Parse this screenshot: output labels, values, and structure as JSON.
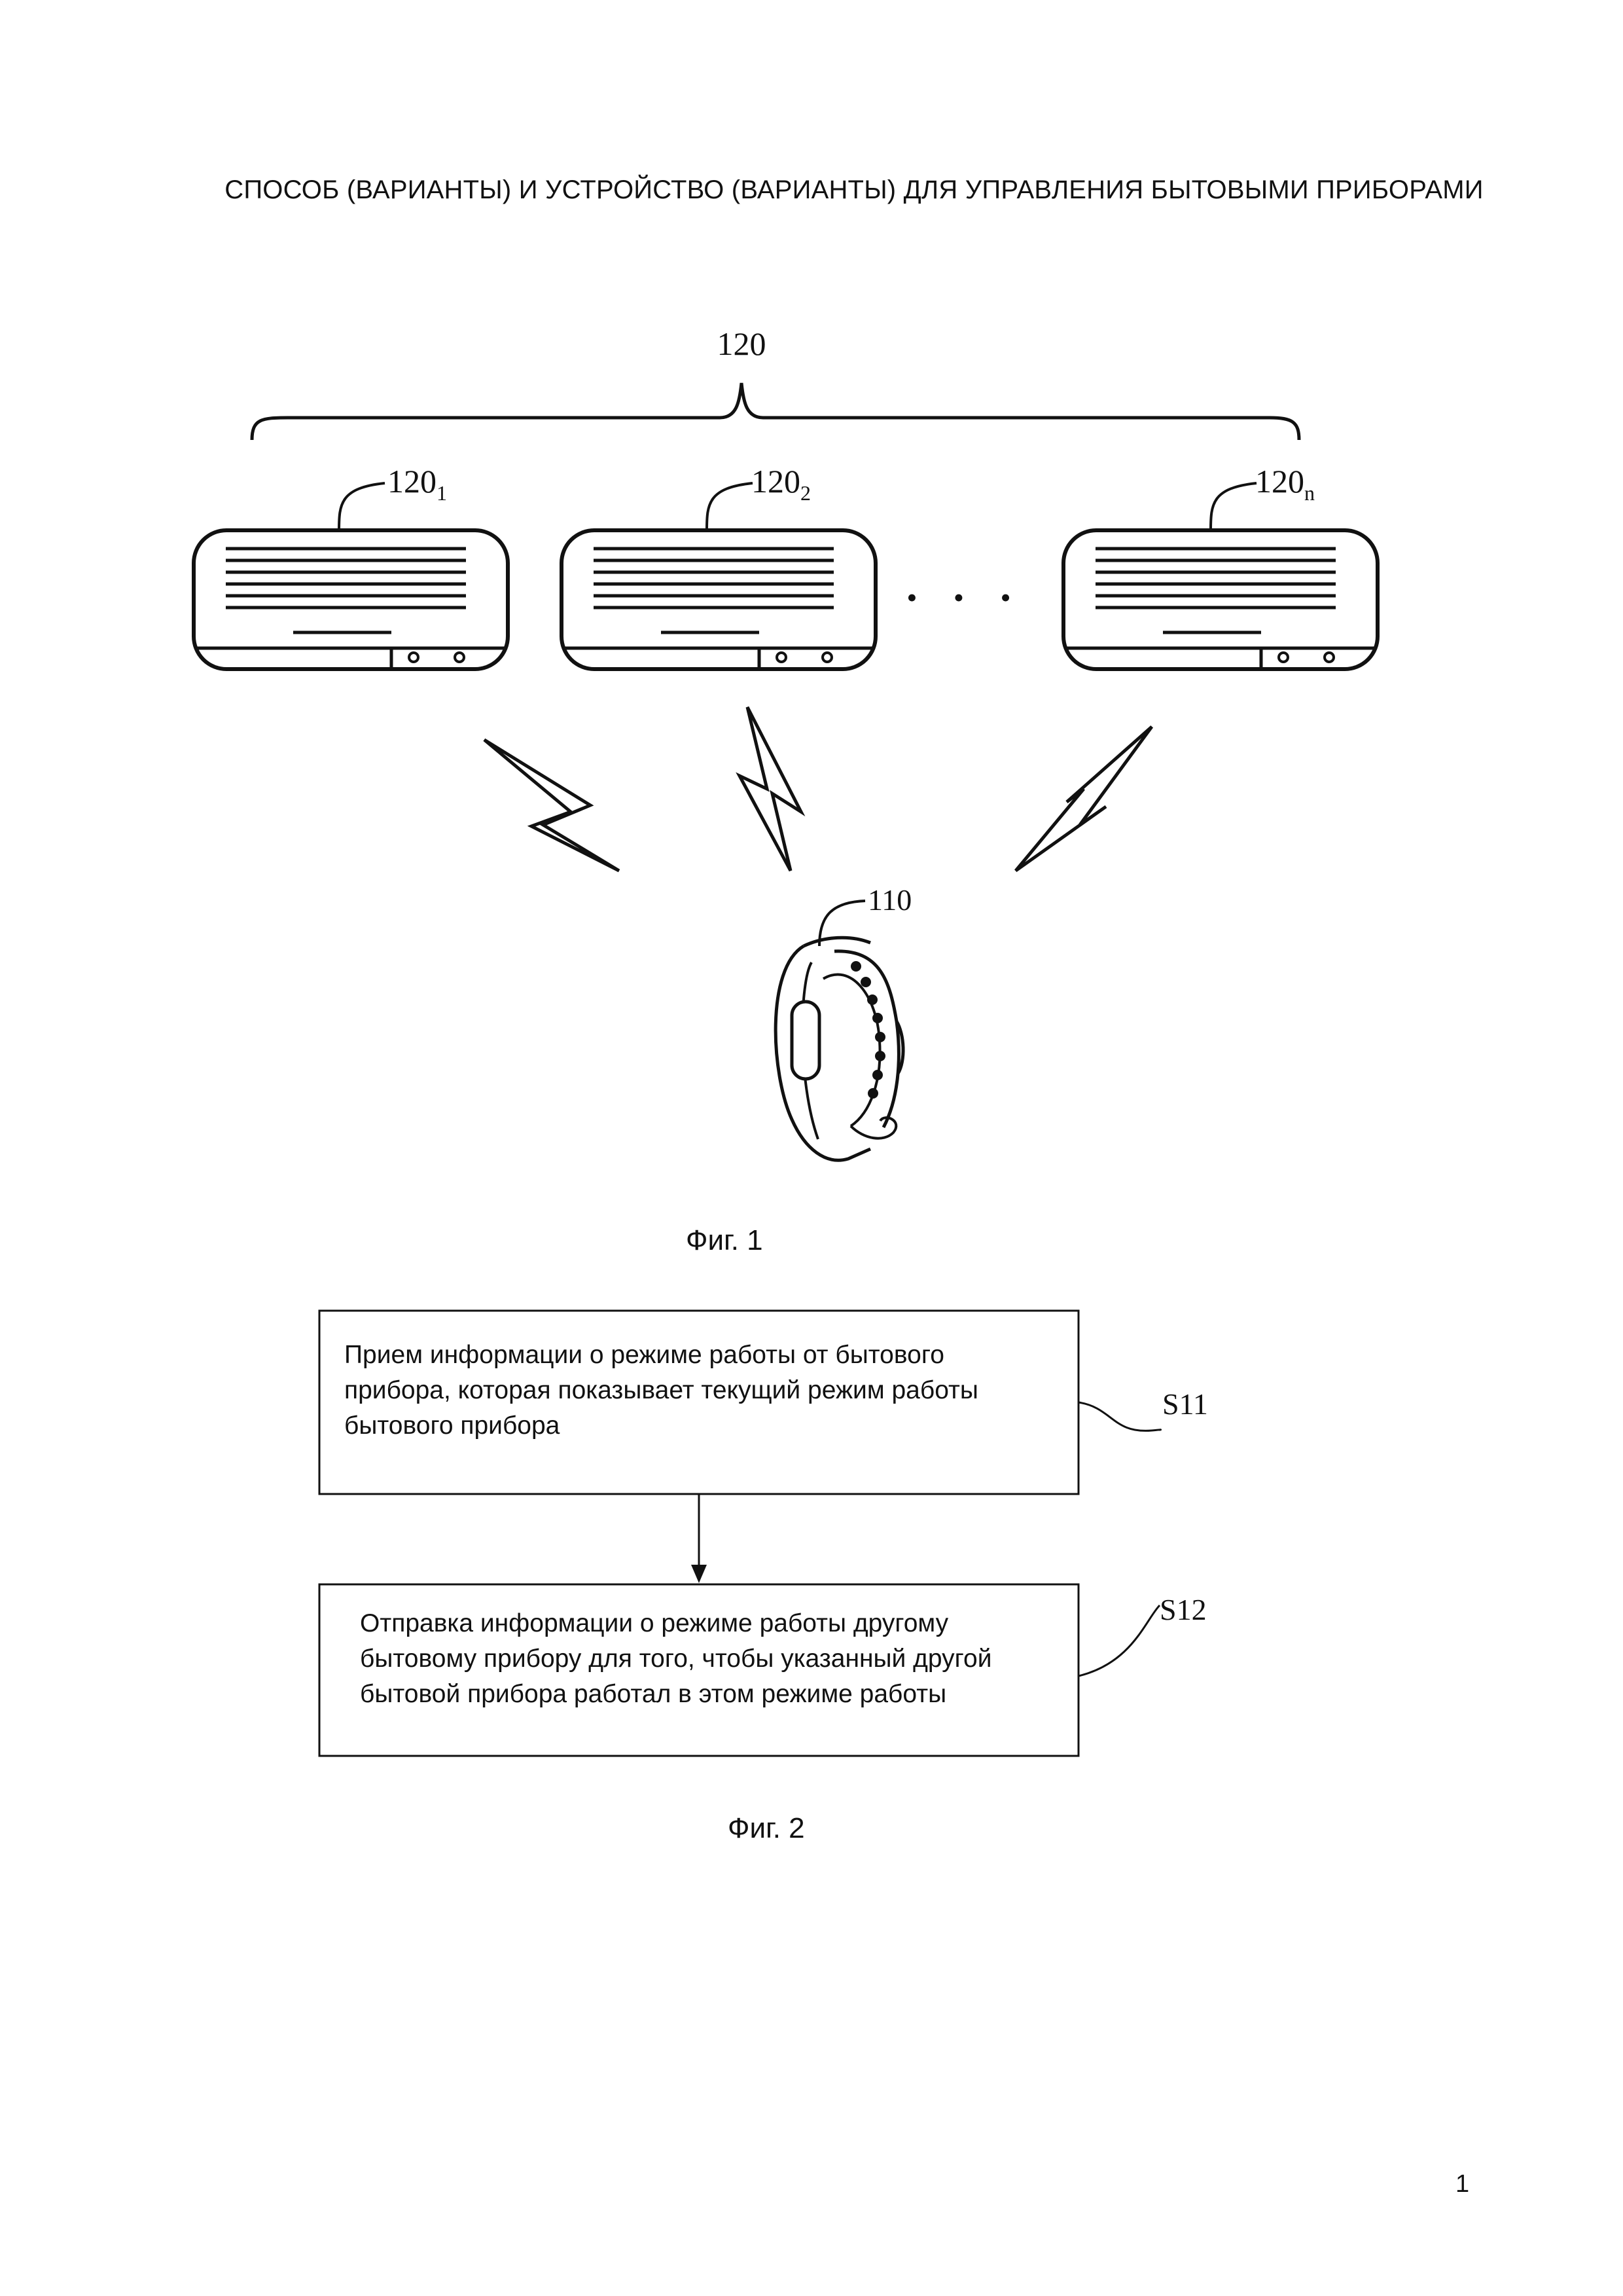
{
  "header": {
    "title": "СПОСОБ (ВАРИАНТЫ) И УСТРОЙСТВО (ВАРИАНТЫ) ДЛЯ УПРАВЛЕНИЯ БЫТОВЫМИ ПРИБОРАМИ"
  },
  "figure1": {
    "group_label": "120",
    "devices": [
      {
        "label": "120",
        "sub": "1"
      },
      {
        "label": "120",
        "sub": "2"
      },
      {
        "label": "120",
        "sub": "n"
      }
    ],
    "ellipsis": "• • •",
    "wearable_label": "110",
    "caption": "Фиг. 1"
  },
  "figure2": {
    "steps": [
      {
        "label": "S11",
        "lines": [
          "Прием информации о режиме работы от бытового",
          "прибора, которая показывает текущий режим работы",
          "бытового прибора"
        ]
      },
      {
        "label": "S12",
        "lines": [
          "Отправка информации о режиме работы другому",
          "бытовому прибору для того, чтобы указанный другой",
          "бытовой прибора работал в этом режиме работы"
        ]
      }
    ],
    "caption": "Фиг. 2"
  },
  "footer": {
    "page_number": "1"
  }
}
